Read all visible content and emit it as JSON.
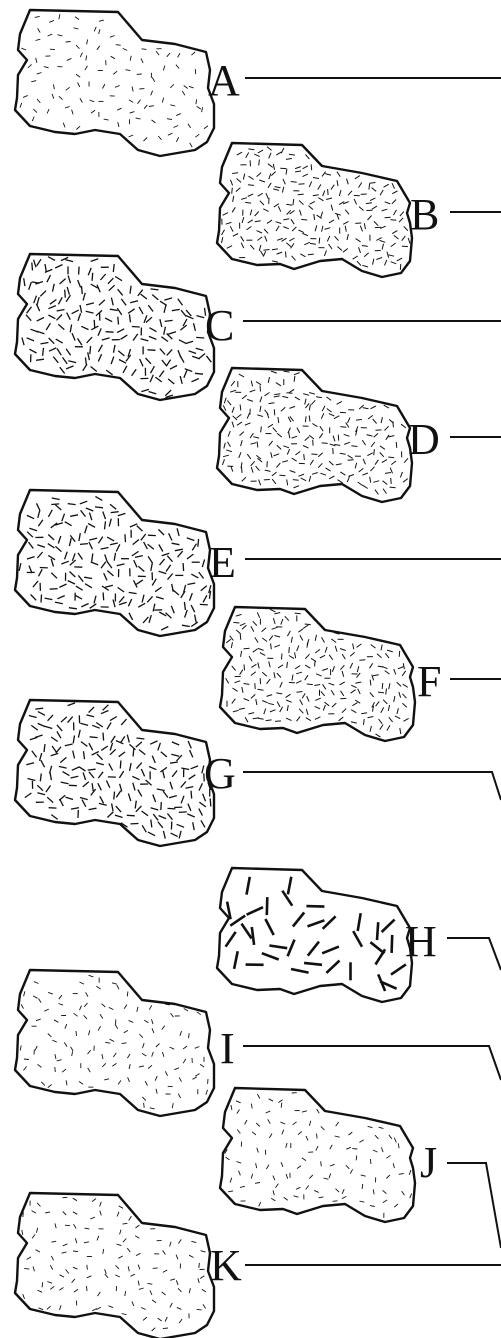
{
  "specimens": [
    {
      "label": "A",
      "texture": "fine-sparse"
    },
    {
      "label": "B",
      "texture": "fine-dense"
    },
    {
      "label": "C",
      "texture": "medium-dense"
    },
    {
      "label": "D",
      "texture": "fine-dense"
    },
    {
      "label": "E",
      "texture": "medium-dense"
    },
    {
      "label": "F",
      "texture": "fine-dense"
    },
    {
      "label": "G",
      "texture": "medium-dense"
    },
    {
      "label": "H",
      "texture": "coarse-sparse"
    },
    {
      "label": "I",
      "texture": "fine-sparse"
    },
    {
      "label": "J",
      "texture": "fine-sparse"
    },
    {
      "label": "K",
      "texture": "fine-sparse"
    }
  ],
  "colors": {
    "ink": "#111111",
    "background": "#ffffff"
  }
}
